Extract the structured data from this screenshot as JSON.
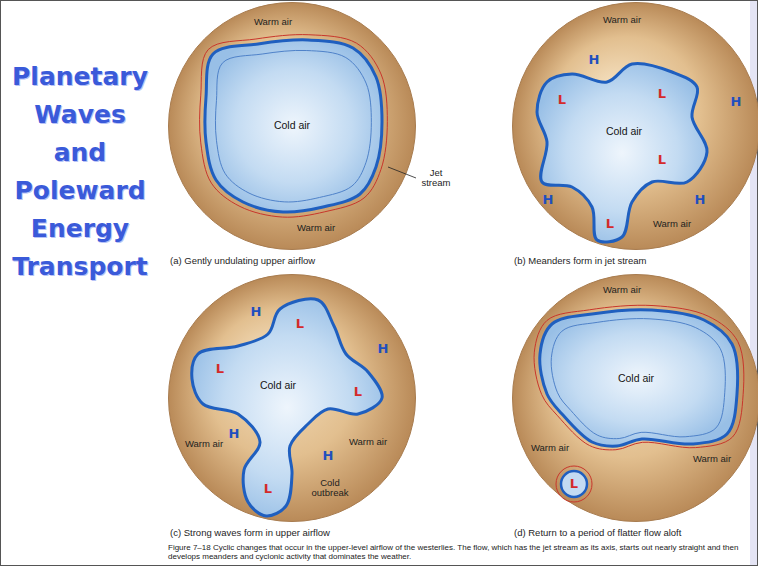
{
  "diagram": {
    "title": "Planetary Waves and Poleward Energy Transport",
    "caption": "Figure 7–18 Cyclic changes that occur in the upper-level airflow of the westerlies. The flow, which has the jet stream as its axis, starts out nearly straight and then develops meanders and cyclonic activity that dominates the weather.",
    "nodes": [
      {
        "text": [
          "Warm air",
          "Jet stream",
          "Warm air",
          "(a) Gently undulating upper airflow"
        ]
      },
      {
        "text": [
          "Cold air"
        ],
        "in": 0
      },
      {
        "text": [
          "Warm air",
          "H",
          "H",
          "H",
          "H",
          "Warm air",
          "(b) Meanders form in jet stream"
        ]
      },
      {
        "text": [
          "L",
          "L",
          "Cold air",
          "L",
          "L"
        ],
        "in": 2
      },
      {
        "text": [
          "H",
          "H",
          "Warm air",
          "H",
          "Warm air",
          "H",
          "Cold outbreak",
          "(c) Strong waves form in upper airflow"
        ]
      },
      {
        "text": [
          "L",
          "L",
          "Cold air",
          "L",
          "L"
        ],
        "in": 4
      },
      {
        "text": [
          "Warm air",
          "Warm air",
          "Warm air",
          "(d) Return to a period of flatter flow aloft"
        ]
      },
      {
        "text": [
          "Cold air"
        ],
        "in": 6
      },
      {
        "text": [
          "L"
        ],
        "in": 6
      }
    ]
  }
}
